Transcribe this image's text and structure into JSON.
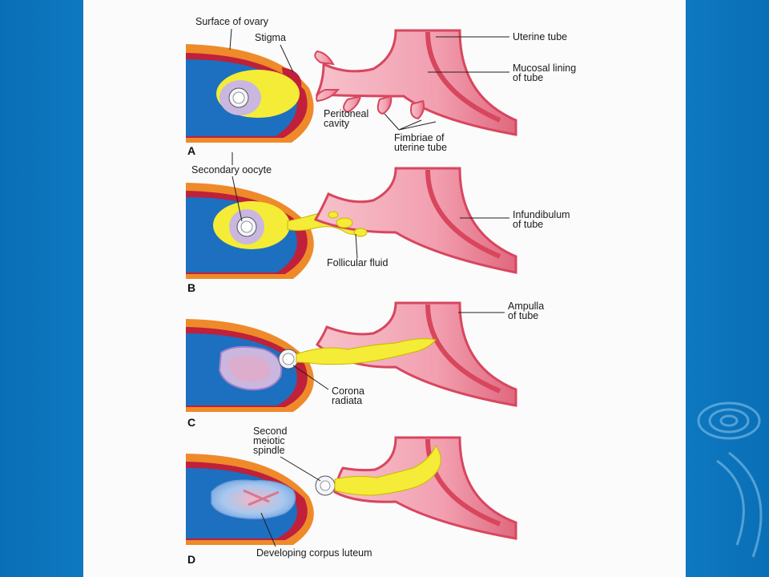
{
  "theme": {
    "background": "#0f7fc8",
    "slide": "#fbfbfb",
    "ovary_blue": "#1d6fc0",
    "ovary_orange": "#ef8a2a",
    "stigma_red": "#c0203a",
    "tube_pink": "#f2a7b4",
    "tube_rim": "#d8465e",
    "follicle_yellow": "#f4ec36",
    "oocyte_lavender": "#c9b7e0"
  },
  "panels": [
    {
      "letter": "A",
      "labels": {
        "surface_of_ovary": "Surface of ovary",
        "stigma": "Stigma",
        "uterine_tube": "Uterine tube",
        "mucosal_lining_1": "Mucosal lining",
        "mucosal_lining_2": "of tube",
        "peritoneal_1": "Peritoneal",
        "peritoneal_2": "cavity",
        "fimbriae_1": "Fimbriae of",
        "fimbriae_2": "uterine tube"
      }
    },
    {
      "letter": "B",
      "labels": {
        "secondary_oocyte": "Secondary oocyte",
        "infundibulum_1": "Infundibulum",
        "infundibulum_2": "of tube",
        "follicular_fluid": "Follicular fluid"
      }
    },
    {
      "letter": "C",
      "labels": {
        "ampulla_1": "Ampulla",
        "ampulla_2": "of tube",
        "corona_1": "Corona",
        "corona_2": "radiata"
      }
    },
    {
      "letter": "D",
      "labels": {
        "second_1": "Second",
        "second_2": "meiotic",
        "second_3": "spindle",
        "corpus_luteum": "Developing corpus luteum"
      }
    }
  ]
}
